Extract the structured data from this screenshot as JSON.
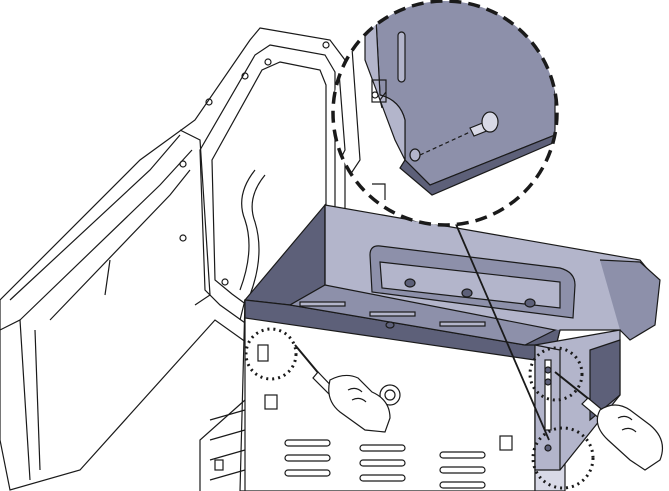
{
  "figure": {
    "type": "assembly-illustration",
    "description_visible_text": "",
    "colors": {
      "background": "#ffffff",
      "line": "#1a1a1a",
      "panel_dark": "#5d6079",
      "panel_mid": "#8d90aa",
      "panel_light": "#b3b5cb",
      "callout_bg": "#ffffff"
    },
    "callouts": [
      {
        "name": "zoom-detail",
        "style": "dashed"
      },
      {
        "name": "left-screw-location",
        "style": "dotted"
      },
      {
        "name": "right-upper-screw-location",
        "style": "dotted"
      },
      {
        "name": "right-lower-screw-location",
        "style": "dotted"
      }
    ],
    "tools": [
      {
        "name": "screwdriver-left",
        "icon": "screwdriver-icon"
      },
      {
        "name": "screwdriver-right",
        "icon": "screwdriver-icon"
      }
    ]
  }
}
